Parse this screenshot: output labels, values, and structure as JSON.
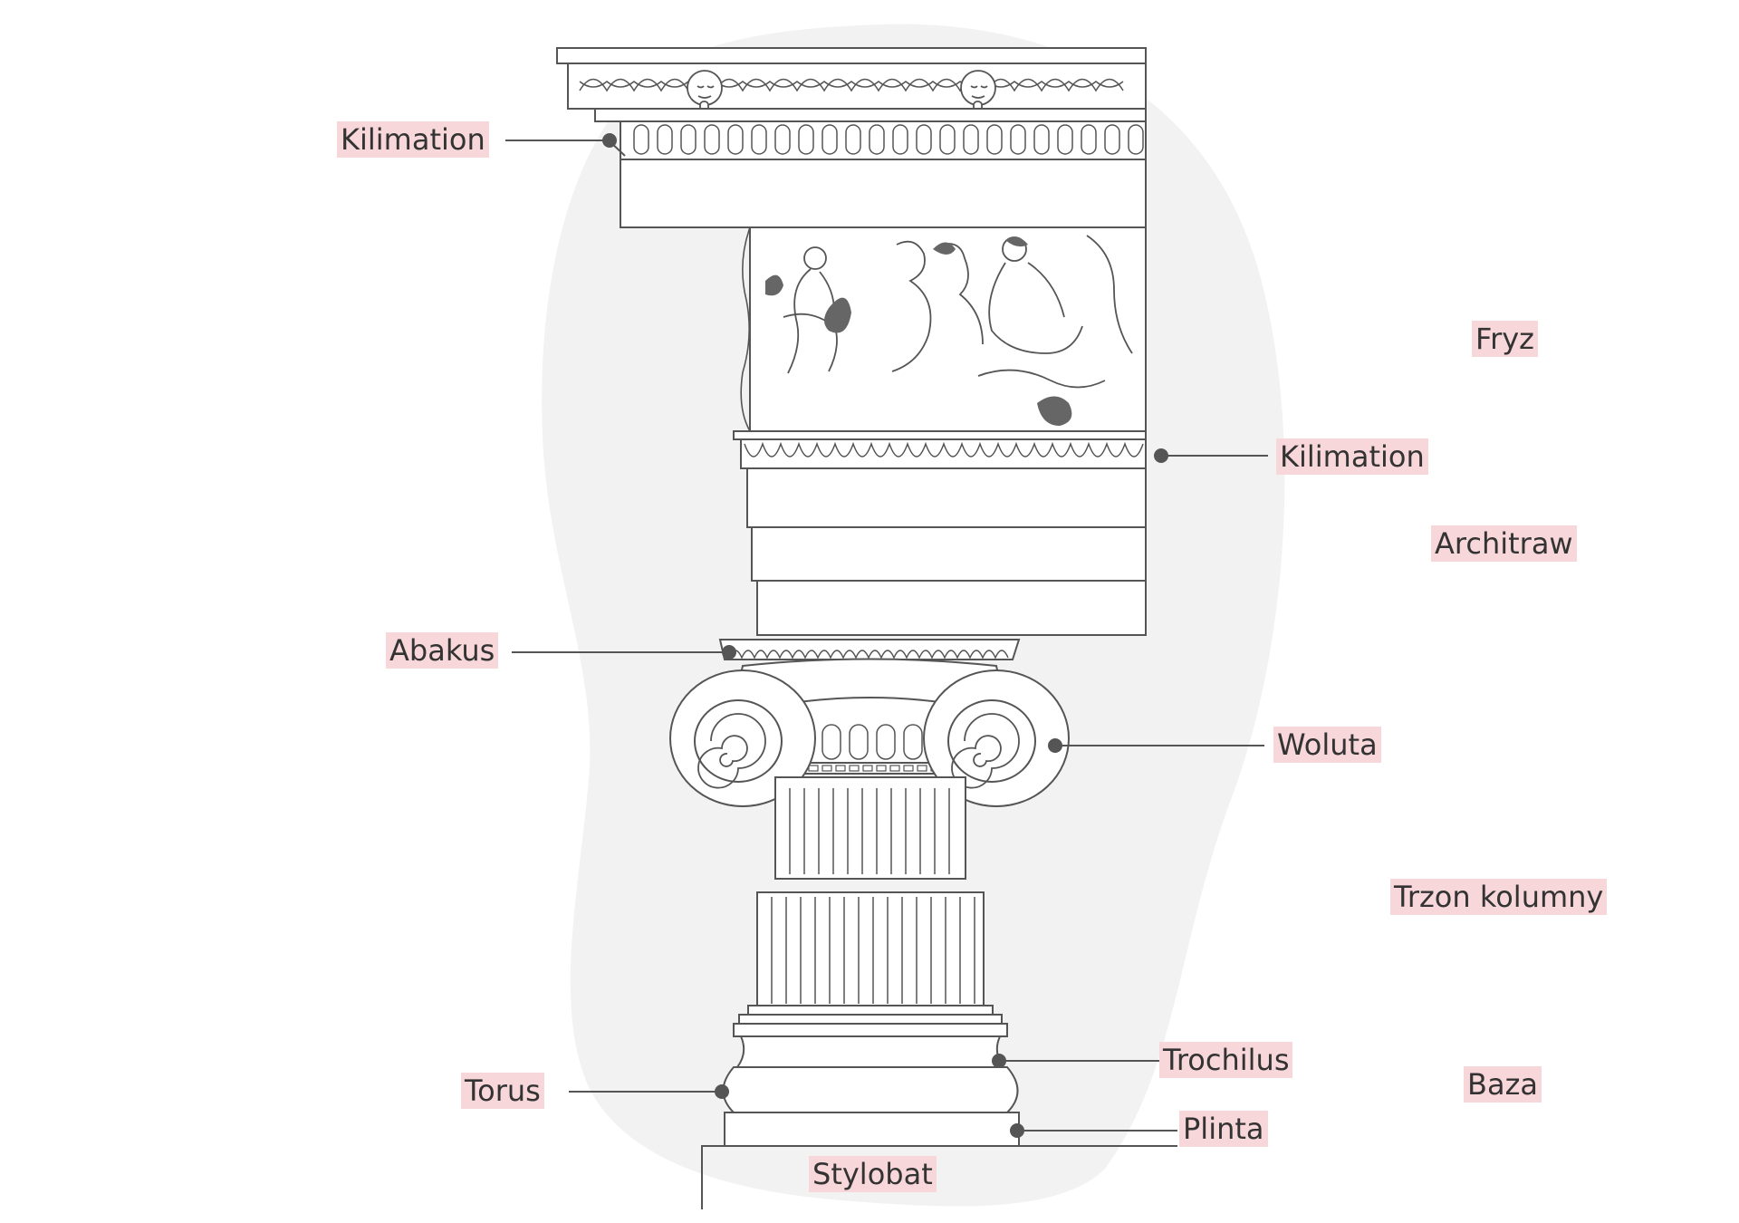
{
  "colors": {
    "background": "#ffffff",
    "blob": "#f2f2f2",
    "stroke": "#555555",
    "label_bg": "#f8d7da",
    "label_text": "#333333",
    "dark_fill": "#666666"
  },
  "labels": {
    "kilimation_top": "Kilimation",
    "fryz": "Fryz",
    "kilimation_mid": "Kilimation",
    "architraw": "Architraw",
    "abakus": "Abakus",
    "woluta": "Woluta",
    "trzon_kolumny": "Trzon kolumny",
    "trochilus": "Trochilus",
    "torus": "Torus",
    "baza": "Baza",
    "plinta": "Plinta",
    "stylobat": "Stylobat"
  }
}
